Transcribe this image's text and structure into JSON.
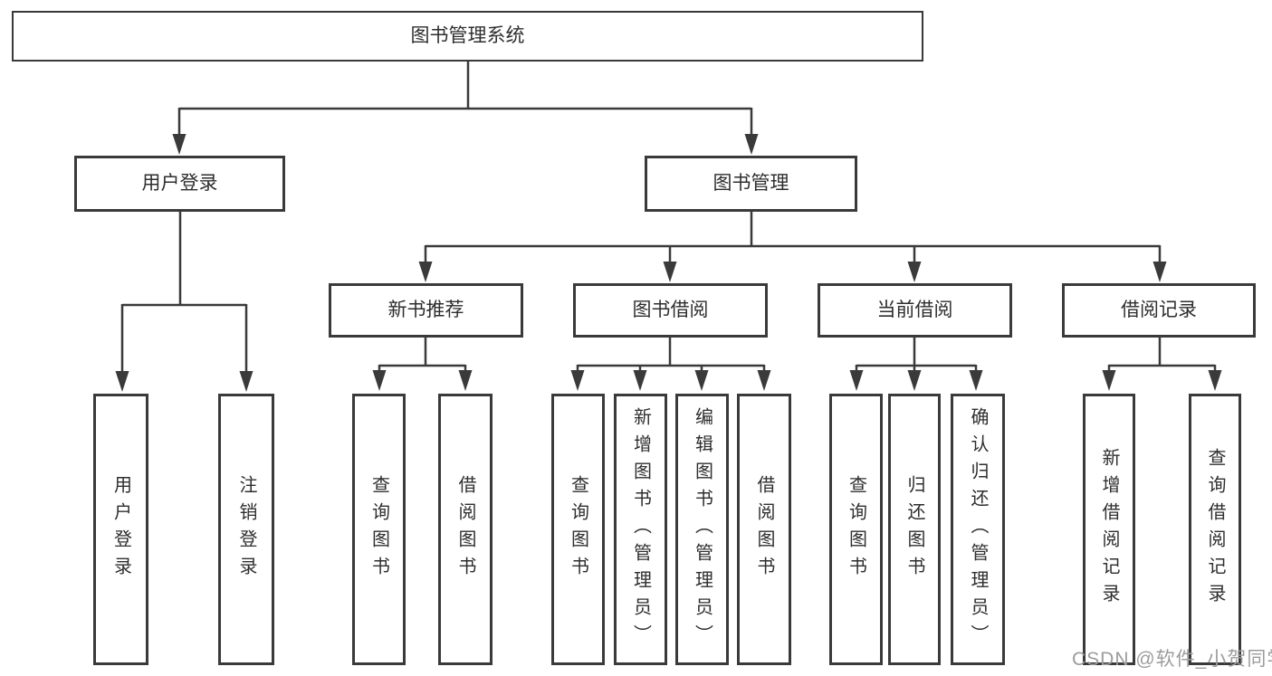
{
  "colors": {
    "line": "#3a3a3a",
    "box_border": "#3a3a3a",
    "box_fill": "#ffffff",
    "text": "#2e2e2e",
    "watermark": "#9c9c9c",
    "background": "#ffffff"
  },
  "tree": {
    "root": "图书管理系统",
    "branches": [
      {
        "label": "用户登录",
        "children": [
          {
            "label": "用户登录"
          },
          {
            "label": "注销登录"
          }
        ]
      },
      {
        "label": "图书管理",
        "children": [
          {
            "label": "新书推荐",
            "children": [
              {
                "label": "查询图书"
              },
              {
                "label": "借阅图书"
              }
            ]
          },
          {
            "label": "图书借阅",
            "children": [
              {
                "label": "查询图书"
              },
              {
                "label": "新增图书（管理员）"
              },
              {
                "label": "编辑图书（管理员）"
              },
              {
                "label": "借阅图书"
              }
            ]
          },
          {
            "label": "当前借阅",
            "children": [
              {
                "label": "查询图书"
              },
              {
                "label": "归还图书"
              },
              {
                "label": "确认归还（管理员）"
              }
            ]
          },
          {
            "label": "借阅记录",
            "children": [
              {
                "label": "新增借阅记录"
              },
              {
                "label": "查询借阅记录"
              }
            ]
          }
        ]
      }
    ]
  },
  "watermark": {
    "text": "CSDN @软件_小贺同学"
  }
}
